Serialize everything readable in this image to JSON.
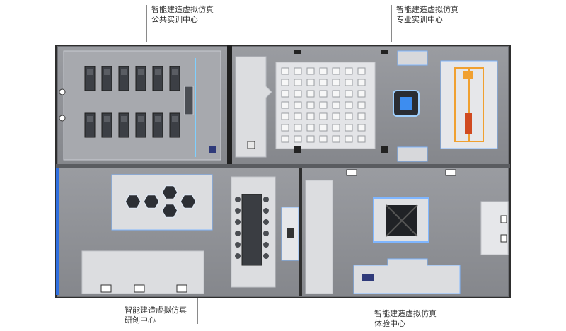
{
  "labels": {
    "public_center": {
      "line1": "智能建造虚拟仿真",
      "line2": "公共实训中心"
    },
    "pro_center": {
      "line1": "智能建造虚拟仿真",
      "line2": "专业实训中心"
    },
    "rd_center": {
      "line1": "智能建造虚拟仿真",
      "line2": "研创中心"
    },
    "exp_center": {
      "line1": "智能建造虚拟仿真",
      "line2": "体验中心"
    }
  },
  "colors": {
    "wall": "#3a3a3a",
    "floor": "#8f9196",
    "floor_light": "#a3a5aa",
    "zone": "#dcdde0",
    "accent_blue": "#2f6fe0",
    "glow_blue": "#8fc4ff",
    "orange": "#f0a030"
  }
}
